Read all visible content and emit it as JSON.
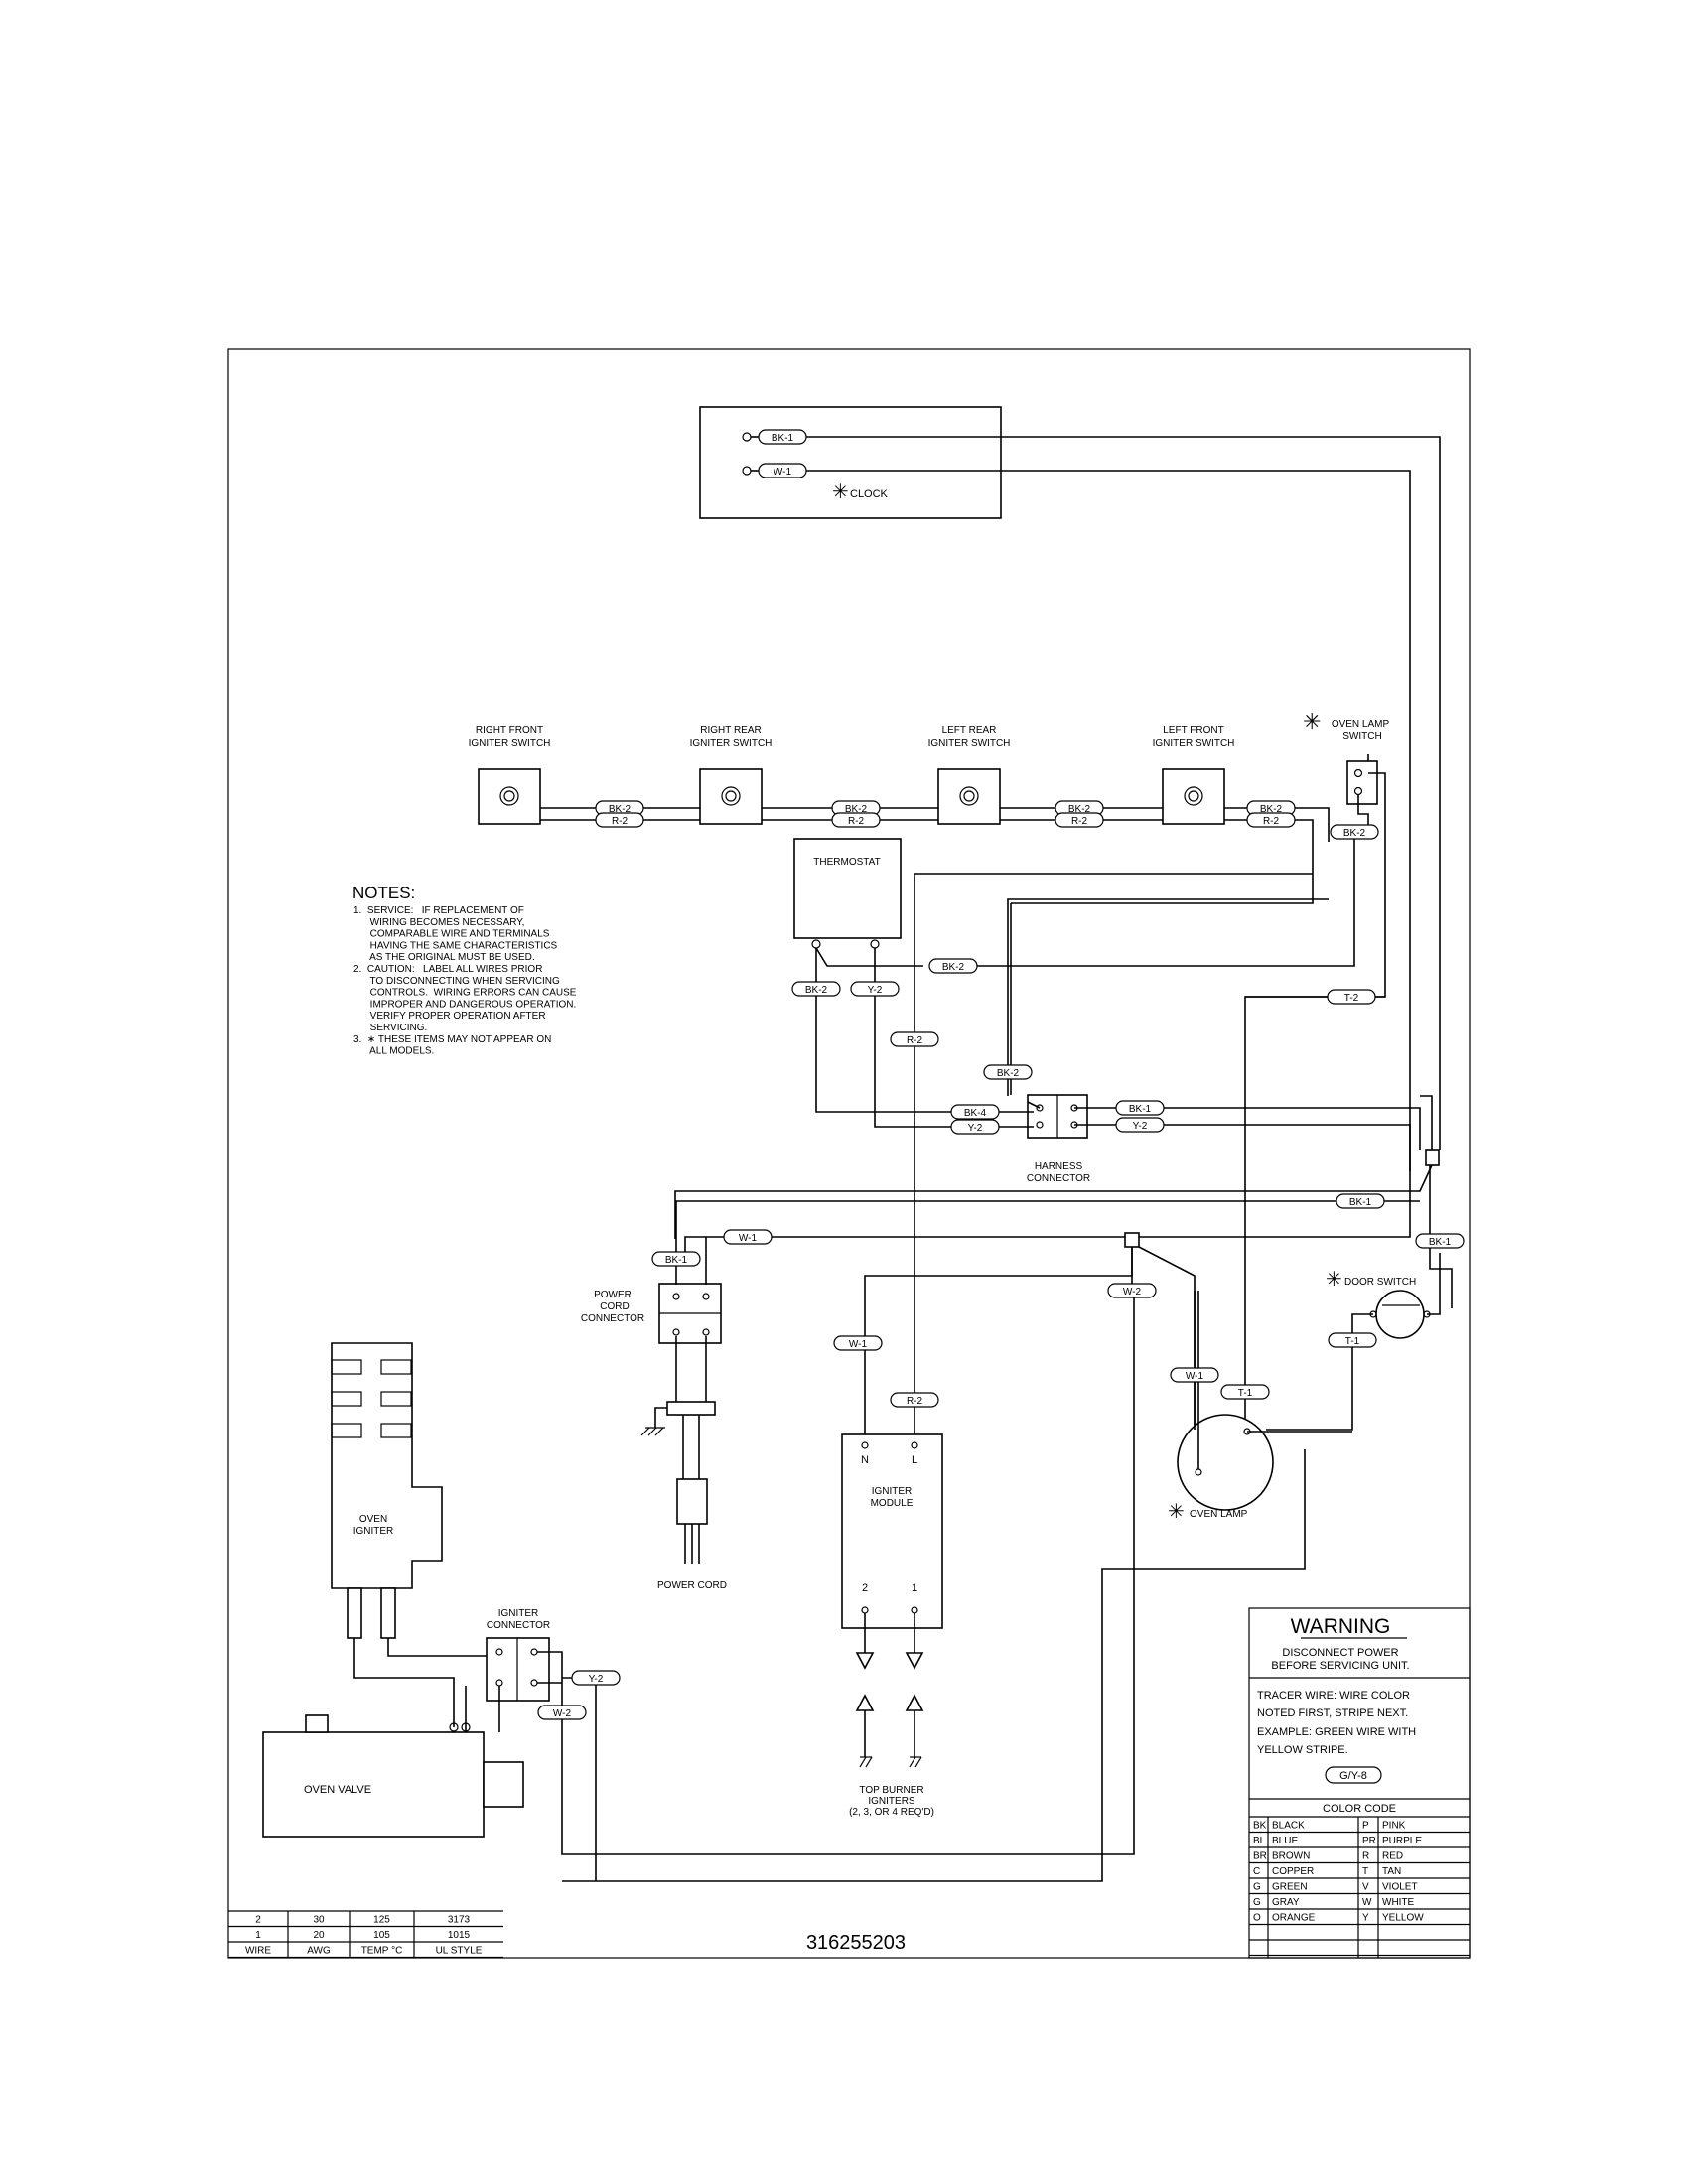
{
  "clock": {
    "label": "CLOCK",
    "wire_bk": "BK-1",
    "wire_w": "W-1"
  },
  "switches": {
    "right_front": [
      "RIGHT FRONT",
      "IGNITER SWITCH"
    ],
    "right_rear": [
      "RIGHT REAR",
      "IGNITER SWITCH"
    ],
    "left_rear": [
      "LEFT REAR",
      "IGNITER SWITCH"
    ],
    "left_front": [
      "LEFT FRONT",
      "IGNITER SWITCH"
    ]
  },
  "switch_wires": {
    "bk": "BK-2",
    "r": "R-2"
  },
  "oven_lamp_switch": [
    "OVEN LAMP",
    "SWITCH"
  ],
  "thermostat": "THERMOSTAT",
  "notes": {
    "title": "NOTES:",
    "lines": [
      "1.  SERVICE:   IF REPLACEMENT OF",
      "      WIRING BECOMES NECESSARY,",
      "      COMPARABLE WIRE AND TERMINALS",
      "      HAVING THE SAME CHARACTERISTICS",
      "      AS THE ORIGINAL MUST BE USED.",
      "2.  CAUTION:   LABEL ALL WIRES PRIOR",
      "      TO DISCONNECTING WHEN SERVICING",
      "      CONTROLS.  WIRING ERRORS CAN CAUSE",
      "      IMPROPER AND DANGEROUS OPERATION.",
      "      VERIFY PROPER OPERATION AFTER",
      "      SERVICING.",
      "3.  ∗ THESE ITEMS MAY NOT APPEAR ON",
      "      ALL MODELS."
    ]
  },
  "wires": {
    "bk2": "BK-2",
    "y2": "Y-2",
    "r2": "R-2",
    "t2": "T-2",
    "bk4": "BK-4",
    "bk1": "BK-1",
    "w1": "W-1",
    "w2": "W-2",
    "t1": "T-1"
  },
  "harness_connector": [
    "HARNESS",
    "CONNECTOR"
  ],
  "power_cord_connector": [
    "POWER",
    "CORD",
    "CONNECTOR"
  ],
  "power_cord": "POWER CORD",
  "door_switch": "DOOR SWITCH",
  "oven_lamp": "OVEN LAMP",
  "oven_igniter": [
    "OVEN",
    "IGNITER"
  ],
  "igniter_connector": [
    "IGNITER",
    "CONNECTOR"
  ],
  "oven_valve": "OVEN VALVE",
  "igniter_module": {
    "label": [
      "IGNITER",
      "MODULE"
    ],
    "n": "N",
    "l": "L",
    "t2": "2",
    "t1": "1"
  },
  "top_burner": [
    "TOP BURNER",
    "IGNITERS",
    "(2, 3, OR 4 REQ'D)"
  ],
  "warning": {
    "title": "WARNING",
    "sub": [
      "DISCONNECT POWER",
      "BEFORE SERVICING UNIT."
    ],
    "tracer": [
      "TRACER WIRE:      WIRE COLOR",
      "NOTED FIRST, STRIPE NEXT.",
      "EXAMPLE:   GREEN WIRE WITH",
      "YELLOW STRIPE."
    ],
    "example_tag": "G/Y-8"
  },
  "color_code": {
    "title": "COLOR CODE",
    "rows": [
      [
        "BK",
        "BLACK",
        "P",
        "PINK"
      ],
      [
        "BL",
        "BLUE",
        "PR",
        "PURPLE"
      ],
      [
        "BR",
        "BROWN",
        "R",
        "RED"
      ],
      [
        "C",
        "COPPER",
        "T",
        "TAN"
      ],
      [
        "G",
        "GREEN",
        "V",
        "VIOLET"
      ],
      [
        "G",
        "GRAY",
        "W",
        "WHITE"
      ],
      [
        "O",
        "ORANGE",
        "Y",
        "YELLOW"
      ]
    ]
  },
  "wire_table": {
    "rows": [
      [
        "2",
        "30",
        "125",
        "3173"
      ],
      [
        "1",
        "20",
        "105",
        "1015"
      ]
    ],
    "header": [
      "WIRE",
      "AWG",
      "TEMP °C",
      "UL STYLE"
    ]
  },
  "part_number": "316255203"
}
